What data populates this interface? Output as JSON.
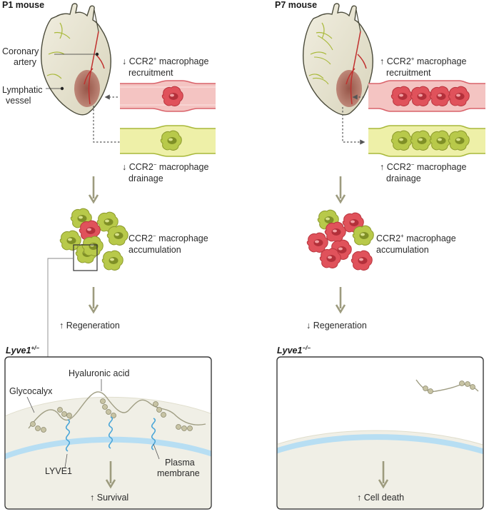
{
  "panels": {
    "left": {
      "title": "P1 mouse",
      "heart_labels": {
        "coronary_artery_1": "Coronary",
        "coronary_artery_2": "artery",
        "lymphatic_1": "Lymphatic",
        "lymphatic_2": "vessel"
      },
      "recruitment": {
        "arrow": "↓",
        "pre": "CCR2",
        "sup": "+",
        "post": " macrophage",
        "line2": "recruitment"
      },
      "drainage": {
        "arrow": "↓",
        "pre": "CCR2",
        "sup": "−",
        "post": " macrophage",
        "line2": "drainage"
      },
      "accumulation": {
        "pre": "CCR2",
        "sup": "−",
        "post": " macrophage",
        "line2": "accumulation"
      },
      "outcome": {
        "arrow": "↑",
        "text": "Regeneration"
      },
      "genotype": {
        "gene": "Lyve1",
        "sup": "+/−"
      },
      "inset": {
        "hyaluronic": "Hyaluronic acid",
        "glycocalyx": "Glycocalyx",
        "lyve1": "LYVE1",
        "membrane_1": "Plasma",
        "membrane_2": "membrane",
        "result": {
          "arrow": "↑",
          "text": "Survival"
        }
      }
    },
    "right": {
      "title": "P7 mouse",
      "recruitment": {
        "arrow": "↑",
        "pre": "CCR2",
        "sup": "+",
        "post": " macrophage",
        "line2": "recruitment"
      },
      "drainage": {
        "arrow": "↑",
        "pre": "CCR2",
        "sup": "−",
        "post": " macrophage",
        "line2": "drainage"
      },
      "accumulation": {
        "pre": "CCR2",
        "sup": "+",
        "post": " macrophage",
        "line2": "accumulation"
      },
      "outcome": {
        "arrow": "↓",
        "text": "Regeneration"
      },
      "genotype": {
        "gene": "Lyve1",
        "sup": "−/−"
      },
      "inset": {
        "result": {
          "arrow": "↑",
          "text": "Cell death"
        }
      }
    }
  },
  "colors": {
    "ccr2_pos": "#e0525b",
    "ccr2_neg": "#b8c94a",
    "blood_vessel": "#f4c4c2",
    "lymph_vessel": "#eef0a8",
    "heart": "#e9e6d4",
    "inset_bg": "#f0efe6",
    "membrane": "#b7def3",
    "lyve1": "#4aa6d8",
    "arrow": "#9d9b7e"
  },
  "icons": [
    "heart-icon",
    "macrophage-icon",
    "down-arrow-icon"
  ]
}
